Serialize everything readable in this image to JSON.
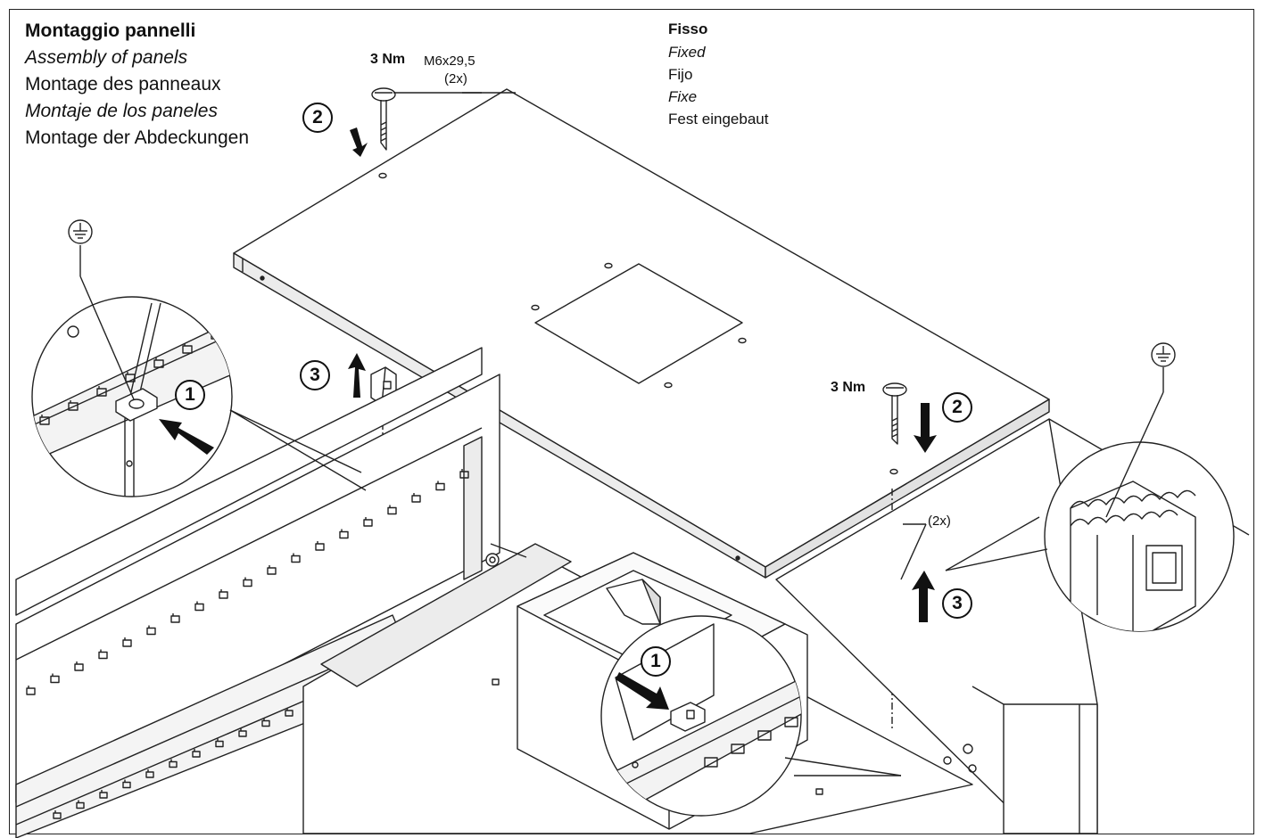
{
  "title": {
    "it": "Montaggio pannelli",
    "en": "Assembly of panels",
    "fr": "Montage des panneaux",
    "es": "Montaje de los paneles",
    "de": "Montage der Abdeckungen"
  },
  "fixed": {
    "it": "Fisso",
    "en": "Fixed",
    "es": "Fijo",
    "fr": "Fixe",
    "de": "Fest eingebaut"
  },
  "torque_top": "3 Nm",
  "screw_spec": "M6x29,5",
  "screw_qty": "(2x)",
  "torque_right": "3 Nm",
  "clip_qty": "(2x)",
  "steps": {
    "step1_left": "1",
    "step1_bottom": "1",
    "step2_top": "2",
    "step2_right": "2",
    "step3_left": "3",
    "step3_right": "3"
  },
  "icons": [
    "earth-ground-icon",
    "earth-ground-icon"
  ]
}
